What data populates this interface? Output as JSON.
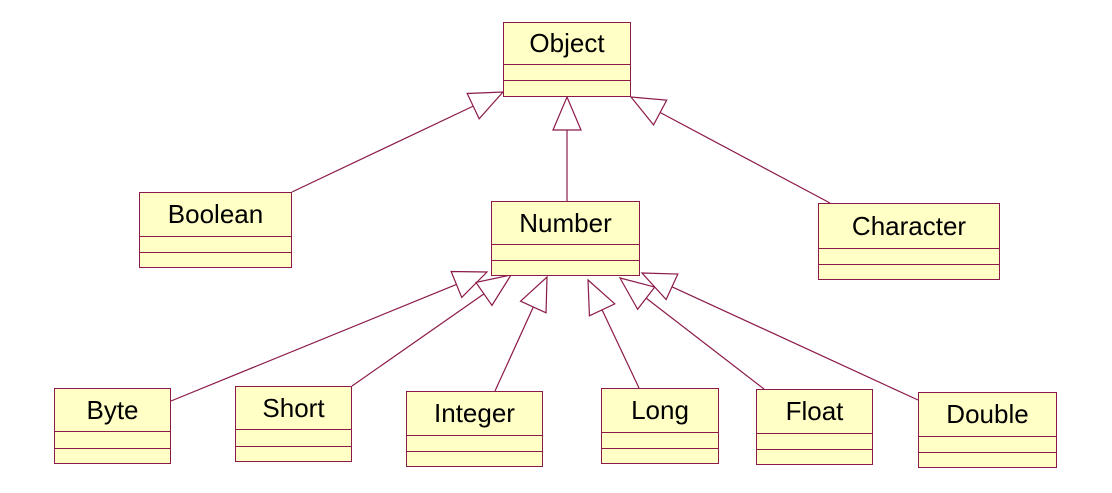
{
  "diagram": {
    "line_color": "#8b1a4a",
    "box_fill": "#ffffc6",
    "classes": [
      {
        "id": "object",
        "name": "Object"
      },
      {
        "id": "boolean",
        "name": "Boolean"
      },
      {
        "id": "number",
        "name": "Number"
      },
      {
        "id": "character",
        "name": "Character"
      },
      {
        "id": "byte",
        "name": "Byte"
      },
      {
        "id": "short",
        "name": "Short"
      },
      {
        "id": "integer",
        "name": "Integer"
      },
      {
        "id": "long",
        "name": "Long"
      },
      {
        "id": "float",
        "name": "Float"
      },
      {
        "id": "double",
        "name": "Double"
      }
    ],
    "generalizations": [
      {
        "child": "boolean",
        "parent": "object"
      },
      {
        "child": "number",
        "parent": "object"
      },
      {
        "child": "character",
        "parent": "object"
      },
      {
        "child": "byte",
        "parent": "number"
      },
      {
        "child": "short",
        "parent": "number"
      },
      {
        "child": "integer",
        "parent": "number"
      },
      {
        "child": "long",
        "parent": "number"
      },
      {
        "child": "float",
        "parent": "number"
      },
      {
        "child": "double",
        "parent": "number"
      }
    ]
  }
}
